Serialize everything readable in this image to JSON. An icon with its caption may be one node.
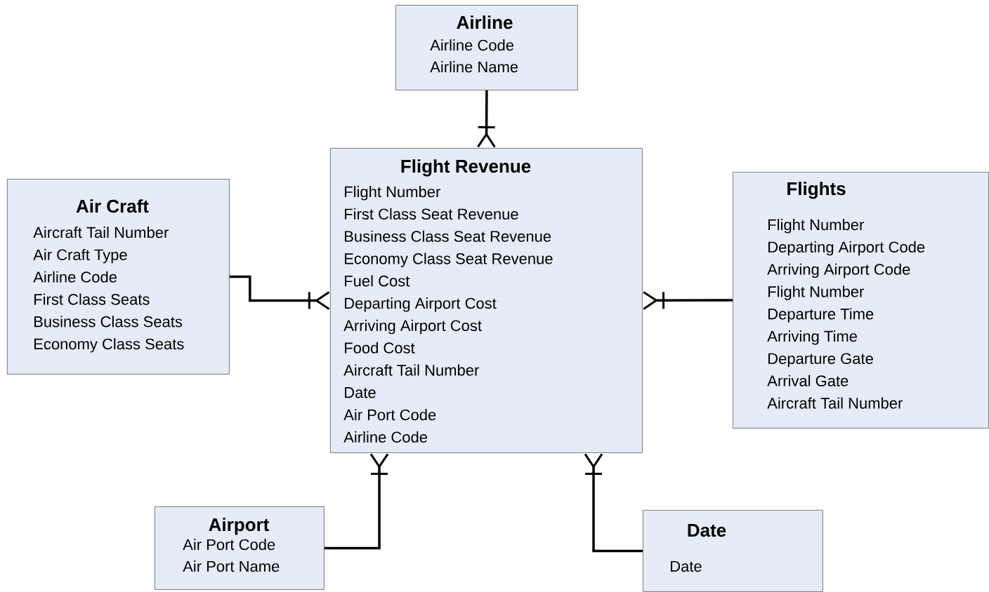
{
  "diagram": {
    "nodes": [
      {
        "text": [
          "Airline",
          "Airline Code",
          "Airline Name"
        ]
      },
      {
        "text": [
          "Flight Revenue",
          "Flight Number",
          "First Class Seat Revenue",
          "Business Class Seat Revenue",
          "Economy Class Seat Revenue",
          "Fuel Cost",
          "Departing Airport Cost",
          "Arriving Airport Cost",
          "Food Cost",
          "Aircraft Tail Number",
          "Date",
          "Air Port Code",
          "Airline Code"
        ]
      },
      {
        "text": [
          "Air Craft",
          "Aircraft Tail Number",
          "Air Craft Type",
          "Airline Code",
          "First Class Seats",
          "Business Class Seats",
          "Economy Class Seats"
        ]
      },
      {
        "text": [
          "Flights",
          "Flight Number",
          "Departing Airport Code",
          "Arriving Airport Code",
          "Flight Number",
          "Departure Time",
          "Arriving Time",
          "Departure Gate",
          "Arrival Gate",
          "Aircraft Tail Number"
        ]
      },
      {
        "text": [
          "Airport",
          "Air Port Code",
          "Air Port Name"
        ]
      },
      {
        "text": [
          "Date",
          "Date"
        ]
      }
    ],
    "edges": [
      {
        "from": 0,
        "to": 1,
        "arrow": "other"
      },
      {
        "from": 2,
        "to": 1,
        "arrow": "other"
      },
      {
        "from": 3,
        "to": 1,
        "arrow": "other"
      },
      {
        "from": 4,
        "to": 1,
        "arrow": "other"
      },
      {
        "from": 5,
        "to": 1,
        "arrow": "other"
      }
    ]
  }
}
